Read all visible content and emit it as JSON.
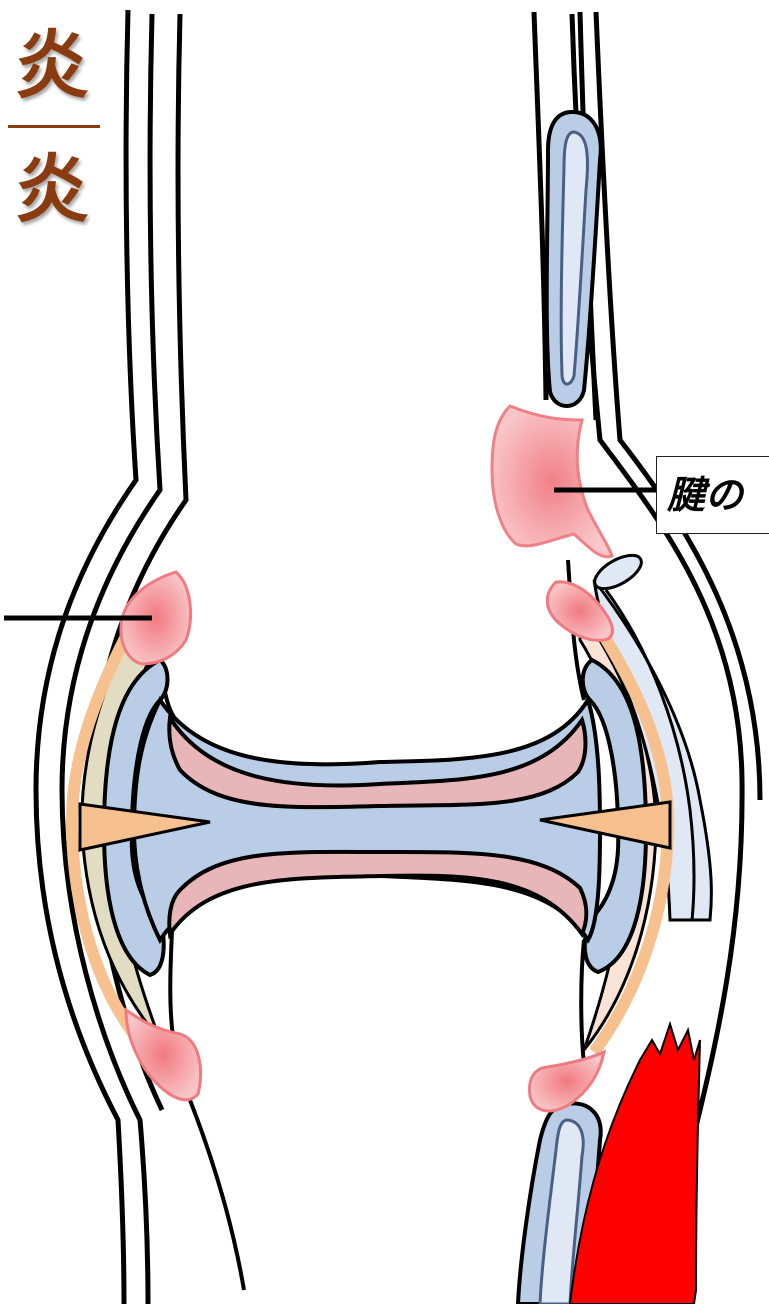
{
  "title": {
    "char_top": "炎",
    "char_bottom": "炎"
  },
  "label_right": {
    "text": "腱の"
  },
  "colors": {
    "title": "#8a3b10",
    "bone_blue": "#b9cde6",
    "bone_edge": "#4a5f86",
    "cartilage_pink": "#e8b6b8",
    "meniscus_orange": "#f6c18f",
    "capsule_beige": "#e2dcc3",
    "inflammation": "#f4a7a9",
    "muscle_red": "#ff0000",
    "tendon_lightblue": "#dfe8f4"
  },
  "icons": [
    "inflammation-spot",
    "bone",
    "muscle"
  ]
}
